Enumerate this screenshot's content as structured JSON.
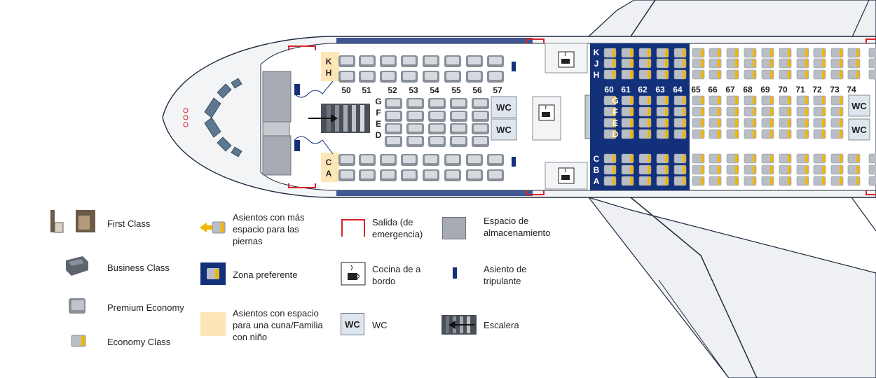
{
  "colors": {
    "fuselage": "#f3f4f6",
    "outline": "#1e2a3e",
    "navy": "#13307a",
    "seat_gray": "#b9bec6",
    "seat_light": "#d6dae0",
    "seat_yellow": "#f2b600",
    "beige": "#fce6b8",
    "exit_red": "#d8232a",
    "wc_fill": "#dde6ef",
    "storage": "#a6abb3"
  },
  "deck": {
    "upper_rows": [
      "50",
      "51",
      "52",
      "53",
      "54",
      "55",
      "56",
      "57"
    ],
    "main_rows_a": [
      "60",
      "61",
      "62",
      "63",
      "64"
    ],
    "main_rows_b": [
      "65",
      "66",
      "67",
      "68",
      "69",
      "70",
      "71",
      "72",
      "73",
      "74"
    ],
    "upper_letters_top": [
      "K",
      "H"
    ],
    "upper_letters_mid": [
      "G",
      "F",
      "E",
      "D"
    ],
    "upper_letters_bot": [
      "C",
      "A"
    ],
    "main_letters_top": [
      "K",
      "J",
      "H"
    ],
    "main_letters_mid": [
      "G",
      "F",
      "E",
      "D"
    ],
    "main_letters_bot": [
      "C",
      "B",
      "A"
    ],
    "wc_label": "WC"
  },
  "legend": {
    "first_class": "First Class",
    "business_class": "Business Class",
    "premium_economy": "Premium Economy",
    "economy_class": "Economy Class",
    "extra_legroom": "Asientos con más espacio para las piernas",
    "preferred_zone": "Zona preferente",
    "bassinet": "Asientos con espacio para una cuna/Familia con niño",
    "emergency_exit": "Salida (de emergencia)",
    "galley": "Cocina de a bordo",
    "wc_icon": "WC",
    "wc": "WC",
    "storage": "Espacio de almacenamiento",
    "crew_seat": "Asiento de tripulante",
    "stairs": "Escalera"
  }
}
